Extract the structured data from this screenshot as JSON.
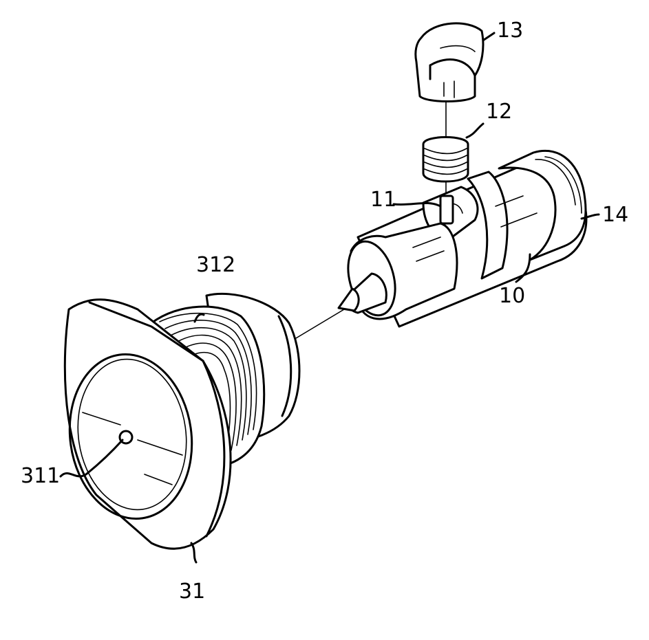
{
  "labels": {
    "l13": "13",
    "l12": "12",
    "l11": "11",
    "l14": "14",
    "l10": "10",
    "l312": "312",
    "l311": "311",
    "l31": "31"
  }
}
